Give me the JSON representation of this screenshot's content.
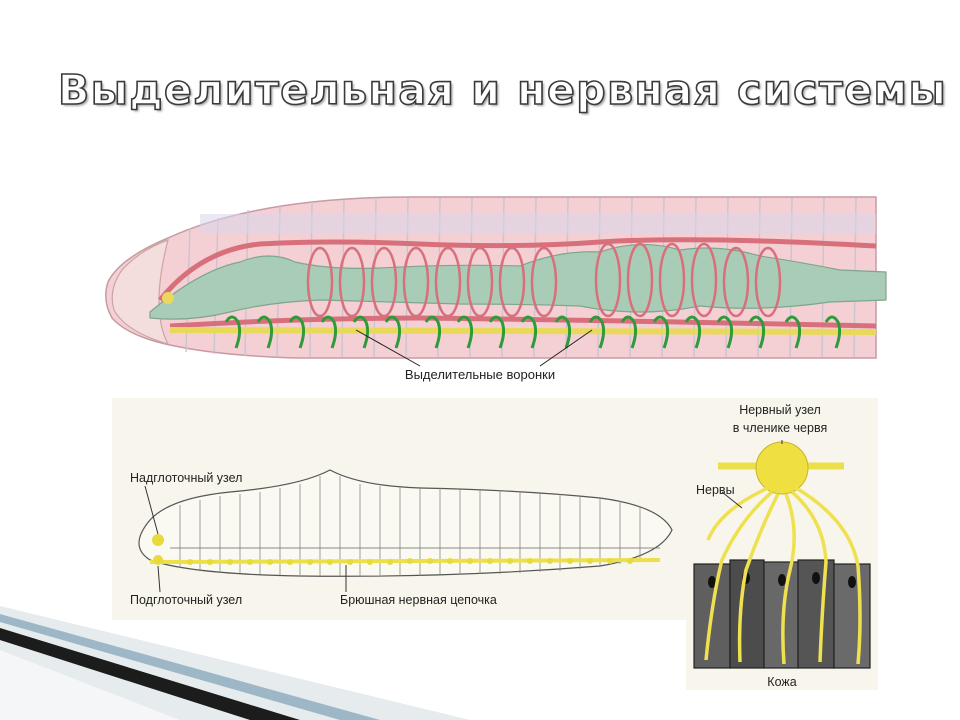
{
  "slide": {
    "title": "Выделительная и нервная системы"
  },
  "excretory_diagram": {
    "label_nephridia": "Выделительные воронки"
  },
  "nervous_diagram": {
    "label_supraesophageal": "Надглоточный узел",
    "label_subesophageal": "Подглоточный узел",
    "label_ventral_cord": "Брюшная нервная цепочка"
  },
  "segment_diagram": {
    "label_ganglion_line1": "Нервный узел",
    "label_ganglion_line2": "в членике червя",
    "label_nerves": "Нервы",
    "label_skin": "Кожа"
  },
  "colors": {
    "body_pink": "#f2c6cc",
    "vessel_red": "#d9707a",
    "gut_green": "#a7cbb4",
    "nerve_yellow": "#f0df4a",
    "nephridia_green": "#2f9a3a"
  }
}
